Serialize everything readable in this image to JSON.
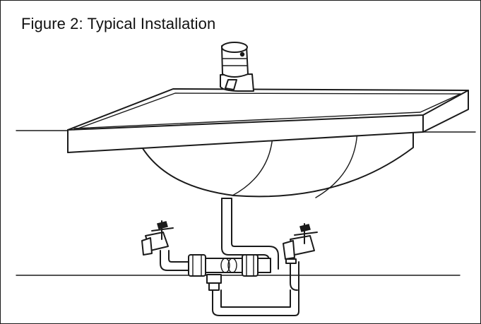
{
  "figure": {
    "caption": "Figure 2: Typical Installation"
  },
  "colors": {
    "line": "#1a1a1a",
    "background": "#ffffff"
  },
  "components": [
    "faucet",
    "countertop",
    "sink-basin",
    "supply-pipe",
    "angle-stop-valve-left",
    "angle-stop-valve-right",
    "mixing-valve",
    "floor-line"
  ]
}
